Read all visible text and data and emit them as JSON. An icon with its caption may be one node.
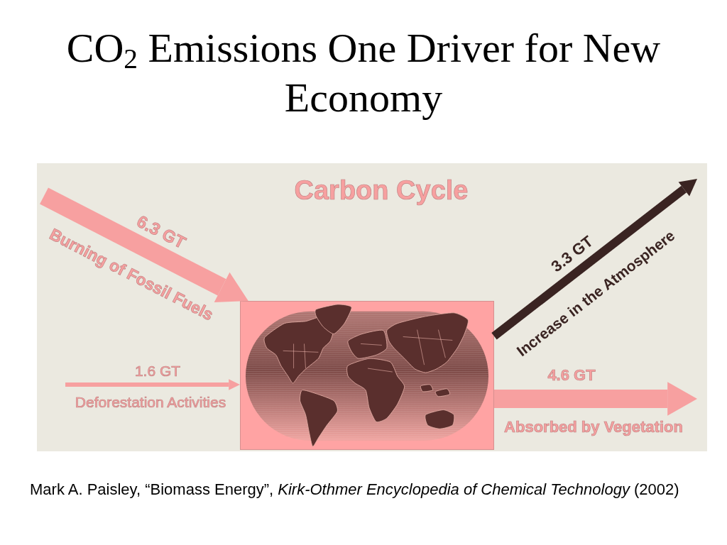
{
  "diagram": {
    "title": "CO$_{2}$ Emissions One Driver for New Economy",
    "caption": "Mark A. Paisley, “Biomass Energy”, *Kirk-Othmer Encyclopedia of Chemical Technology* (2002)",
    "nodes": [
      {
        "text": [
          "Carbon Cycle"
        ]
      },
      {
        "text": [],
        "shape": "picture",
        "in": 0
      }
    ],
    "edges": [
      {
        "from": null,
        "to": 1,
        "arrow": "to",
        "label": "6.3 GT",
        "style": "thick"
      },
      {
        "from": null,
        "to": 1,
        "arrow": "to",
        "label": "1.6 GT"
      },
      {
        "from": 1,
        "to": null,
        "arrow": "to",
        "label": "3.3 GT",
        "color": "#3a2422"
      },
      {
        "from": 1,
        "to": null,
        "arrow": "to",
        "label": "4.6 GT",
        "style": "thick"
      }
    ],
    "labels": [
      "Burning of Fossil Fuels",
      "Deforestation Activities",
      "Increase in the Atmosphere",
      "Absorbed by Vegetation"
    ]
  }
}
